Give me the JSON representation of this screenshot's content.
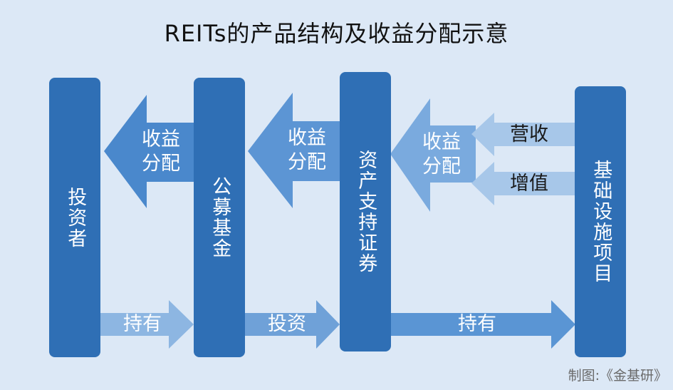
{
  "title": "REITs的产品结构及收益分配示意",
  "entities": {
    "investor": "投资者",
    "public_fund": "公募基金",
    "abs": "资产支持证券",
    "infrastructure": "基础设施项目"
  },
  "flows": {
    "income_1": "收益\n分配",
    "income_2": "收益\n分配",
    "income_3": "收益\n分配",
    "revenue": "营收",
    "appreciation": "增值",
    "hold_1": "持有",
    "invest": "投资",
    "hold_2": "持有"
  },
  "credit": "制图:《金基研》",
  "colors": {
    "background": "#dce8f6",
    "entity": "#2f6fb5",
    "arrow_dark": "#4a88cc",
    "arrow_mid": "#6fa1d8",
    "arrow_light": "#a7c7e9",
    "arrow_bottom": "#5a95d4"
  }
}
